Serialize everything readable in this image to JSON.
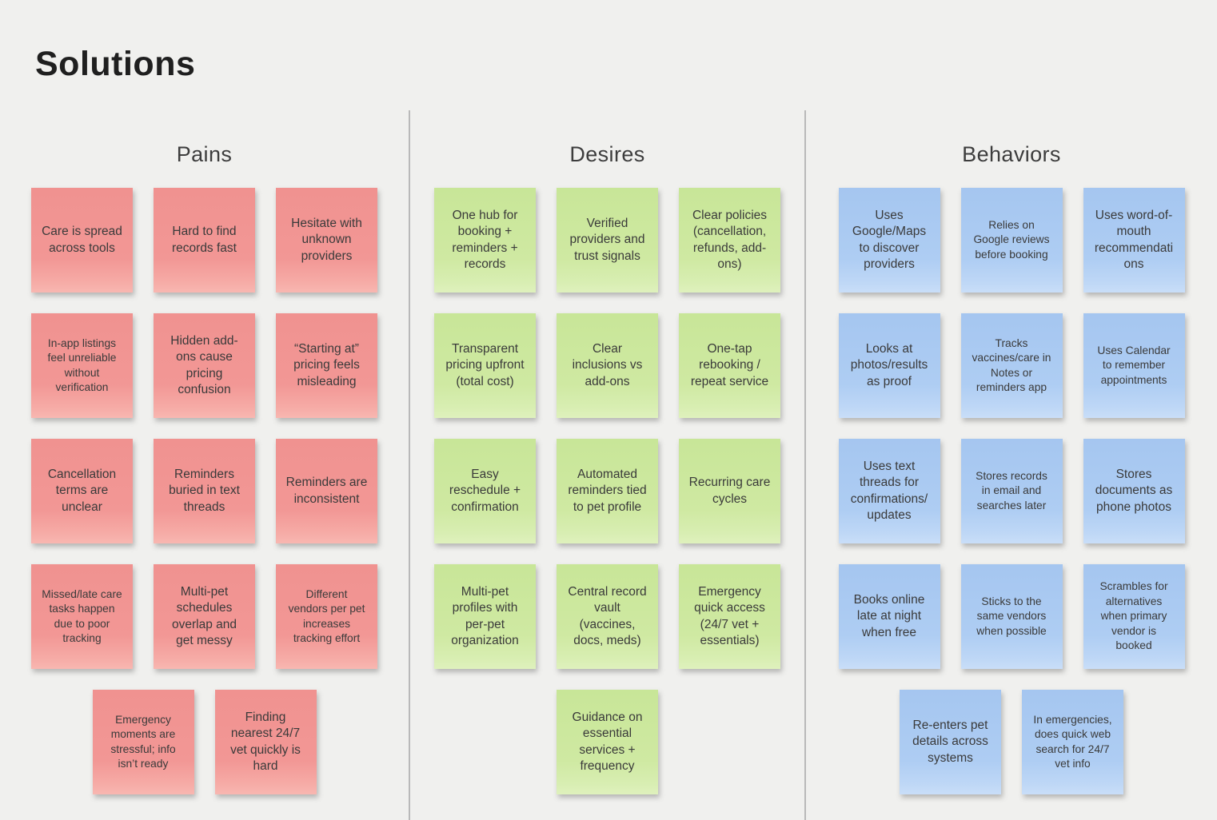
{
  "page": {
    "title": "Solutions"
  },
  "colors": {
    "background": "#f0f0ee",
    "divider": "#b9b9b9",
    "pain_note": "#f09290",
    "desire_note": "#cde9a0",
    "behavior_note": "#abcbf2",
    "note_text": "#3a3a3a",
    "title_text": "#1f1f1f"
  },
  "columns": [
    {
      "id": "pains",
      "header": "Pains",
      "note_type": "pain",
      "rows": [
        {
          "notes": [
            {
              "text": "Care is spread across tools"
            },
            {
              "text": "Hard to find records fast"
            },
            {
              "text": "Hesitate with unknown providers"
            }
          ]
        },
        {
          "notes": [
            {
              "text": "In-app listings feel unreliable without verification",
              "small": true
            },
            {
              "text": "Hidden add-ons cause pricing confusion"
            },
            {
              "text": "“Starting at” pricing feels misleading"
            }
          ]
        },
        {
          "notes": [
            {
              "text": "Cancellation terms are unclear"
            },
            {
              "text": "Reminders buried in text threads"
            },
            {
              "text": "Reminders are inconsistent"
            }
          ]
        },
        {
          "notes": [
            {
              "text": "Missed/late care tasks happen due to poor tracking",
              "small": true
            },
            {
              "text": "Multi-pet schedules overlap and get messy"
            },
            {
              "text": "Different vendors per pet increases tracking effort",
              "small": true
            }
          ]
        },
        {
          "notes": [
            {
              "text": "Emergency moments are stressful; info isn’t ready",
              "small": true
            },
            {
              "text": "Finding nearest 24/7 vet quickly is hard"
            }
          ]
        }
      ]
    },
    {
      "id": "desires",
      "header": "Desires",
      "note_type": "desire",
      "rows": [
        {
          "notes": [
            {
              "text": "One hub for booking + reminders + records"
            },
            {
              "text": "Verified providers and trust signals"
            },
            {
              "text": "Clear policies (cancellation, refunds, add-ons)"
            }
          ]
        },
        {
          "notes": [
            {
              "text": "Transparent pricing upfront (total cost)"
            },
            {
              "text": "Clear inclusions vs add-ons"
            },
            {
              "text": "One-tap rebooking / repeat service"
            }
          ]
        },
        {
          "notes": [
            {
              "text": "Easy reschedule + confirmation"
            },
            {
              "text": "Automated reminders tied to pet profile"
            },
            {
              "text": "Recurring care cycles"
            }
          ]
        },
        {
          "notes": [
            {
              "text": "Multi-pet profiles with per-pet organization"
            },
            {
              "text": "Central record vault (vaccines, docs, meds)"
            },
            {
              "text": "Emergency quick access (24/7 vet + essentials)"
            }
          ]
        },
        {
          "notes": [
            {
              "text": "Guidance on essential services + frequency"
            }
          ]
        }
      ]
    },
    {
      "id": "behaviors",
      "header": "Behaviors",
      "note_type": "behavior",
      "rows": [
        {
          "notes": [
            {
              "text": "Uses Google/Maps to discover providers"
            },
            {
              "text": "Relies on Google reviews before booking",
              "small": true
            },
            {
              "text": "Uses word-of-mouth recommendations"
            }
          ]
        },
        {
          "notes": [
            {
              "text": "Looks at photos/results as proof"
            },
            {
              "text": "Tracks vaccines/care in Notes or reminders app",
              "small": true
            },
            {
              "text": "Uses Calendar to remember appointments",
              "small": true
            }
          ]
        },
        {
          "notes": [
            {
              "text": "Uses text threads for confirmations/updates"
            },
            {
              "text": "Stores records in email and searches later",
              "small": true
            },
            {
              "text": "Stores documents as phone photos"
            }
          ]
        },
        {
          "notes": [
            {
              "text": "Books online late at night when free"
            },
            {
              "text": "Sticks to the same vendors when possible",
              "small": true
            },
            {
              "text": "Scrambles for alternatives when primary vendor is booked",
              "small": true
            }
          ]
        },
        {
          "notes": [
            {
              "text": "Re-enters pet details across systems"
            },
            {
              "text": "In emergencies, does quick web search for 24/7 vet info",
              "small": true
            }
          ]
        }
      ]
    }
  ]
}
